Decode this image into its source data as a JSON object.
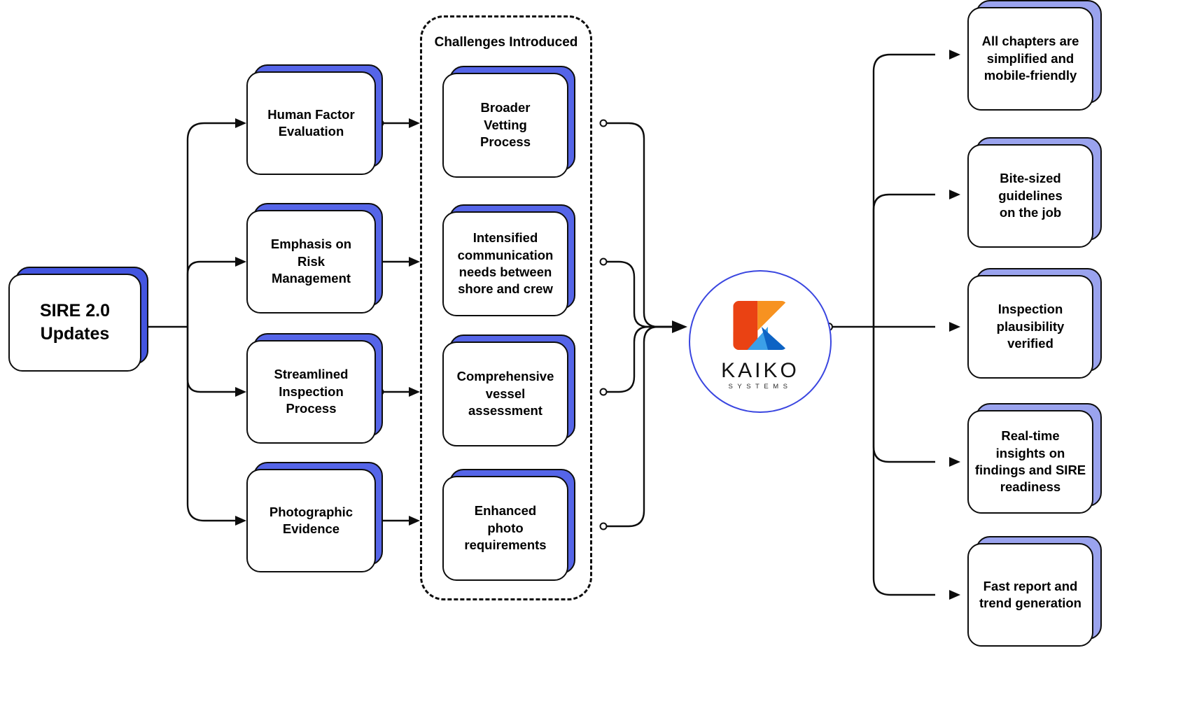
{
  "diagram": {
    "title": "SIRE 2.0 Updates",
    "root": {
      "label": "SIRE 2.0\nUpdates",
      "line1": "SIRE 2.0",
      "line2": "Updates"
    },
    "updates": [
      {
        "id": "human-factor-evaluation",
        "label": "Human Factor\nEvaluation"
      },
      {
        "id": "emphasis-on-risk-management",
        "label": "Emphasis on\nRisk\nManagement"
      },
      {
        "id": "streamlined-inspection-process",
        "label": "Streamlined\nInspection\nProcess"
      },
      {
        "id": "photographic-evidence",
        "label": "Photographic\nEvidence"
      }
    ],
    "challenges_group": {
      "title": "Challenges Introduced",
      "items": [
        {
          "id": "broader-vetting-process",
          "label": "Broader\nVetting\nProcess"
        },
        {
          "id": "intensified-communication",
          "label": "Intensified\ncommunication\nneeds between\nshore and crew"
        },
        {
          "id": "comprehensive-vessel-assessment",
          "label": "Comprehensive\nvessel\nassessment"
        },
        {
          "id": "enhanced-photo-requirements",
          "label": "Enhanced\nphoto\nrequirements"
        }
      ]
    },
    "hub": {
      "brand": "KAIKO",
      "tagline": "SYSTEMS",
      "logo_icon": "kaiko-k-logo"
    },
    "outcomes": [
      {
        "id": "all-chapters-simplified",
        "label": "All chapters are\nsimplified and\nmobile-friendly"
      },
      {
        "id": "bite-sized-guidelines",
        "label": "Bite-sized\nguidelines\non the job"
      },
      {
        "id": "inspection-plausibility-verified",
        "label": "Inspection\nplausibility\nverified"
      },
      {
        "id": "real-time-insights",
        "label": "Real-time\ninsights on\nfindings and SIRE\nreadiness"
      },
      {
        "id": "fast-report-trend-generation",
        "label": "Fast report and\ntrend generation"
      }
    ],
    "colors": {
      "accent_blue": "#3a46e0",
      "shadow_strong": "#4355e0",
      "shadow_mid": "#5565e8",
      "shadow_light": "#9aa3ee",
      "logo_red": "#ea4213",
      "logo_orange": "#f79220",
      "logo_light_blue": "#3ba0e8",
      "logo_dark_blue": "#0d63c4",
      "stroke": "#0d0d0d",
      "background": "#ffffff"
    }
  }
}
